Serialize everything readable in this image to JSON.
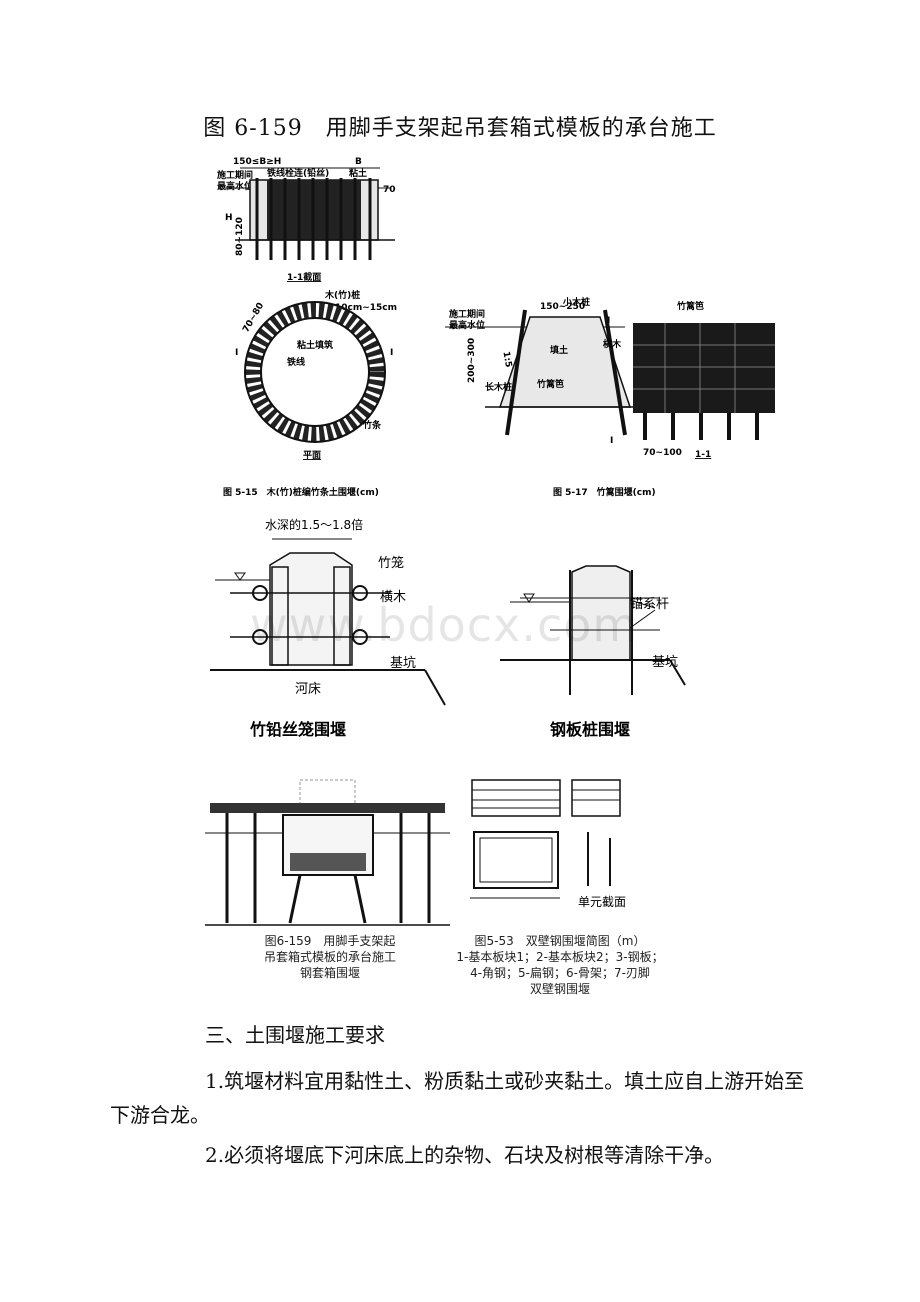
{
  "figure_title": "图 6-159　用脚手支架起吊套箱式模板的承台施工",
  "fig_5_15": {
    "dim_top": "150≤B≥H",
    "iron_wire": "铁线栓连(铅丝)",
    "b": "B",
    "clay": "粘土",
    "max_water": [
      "施工期间",
      "最高水位"
    ],
    "h": "H",
    "seventy": "70",
    "depth": "80~120",
    "section": "1-1截面",
    "pile": [
      "木(竹)桩",
      "10cm~15cm"
    ],
    "width": "70~80",
    "fill": "粘土填筑",
    "wire": "铁线",
    "strip": "竹条",
    "mark": "I",
    "plan": "平面",
    "caption": "图 5-15　木(竹)桩编竹条土围堰(cm)"
  },
  "fig_5_17": {
    "small_pile": "小木桩",
    "top_dim": "150~250",
    "max_water": [
      "施工期间",
      "最高水位"
    ],
    "fill": "填土",
    "cross_wood": "横木",
    "long_pile": "长木桩",
    "fence": "竹篱笆",
    "depth": "200~300",
    "slope": "1:5",
    "spacing": "70~100",
    "section": "1-1",
    "mark": "I",
    "caption": "图 5-17　竹篱围堰(cm)"
  },
  "bamboo_cage": {
    "depth_label": "水深的1.5～1.8倍",
    "cage": "竹笼",
    "cross_wood": "横木",
    "pit": "基坑",
    "riverbed": "河床",
    "title": "竹铅丝笼围堰"
  },
  "steel_sheet": {
    "anchor": "锚系杆",
    "pit": "基坑",
    "title": "钢板桩围堰"
  },
  "steel_box": {
    "caption": [
      "图6-159　用脚手支架起",
      "吊套箱式模板的承台施工",
      "钢套箱围堰"
    ]
  },
  "double_wall": {
    "unit_section": "单元截面",
    "caption": [
      "图5-53　双壁钢围堰简图（m）",
      "1-基本板块1；2-基本板块2；3-钢板；",
      "4-角钢；5-扁钢；6-骨架；7-刃脚",
      "双壁钢围堰"
    ]
  },
  "watermark": "www.bdocx.com",
  "section_heading": "三、土围堰施工要求",
  "paragraphs": [
    "1.筑堰材料宜用黏性土、粉质黏土或砂夹黏土。填土应自上游开始至下游合龙。",
    "2.必须将堰底下河床底上的杂物、石块及树根等清除干净。"
  ]
}
